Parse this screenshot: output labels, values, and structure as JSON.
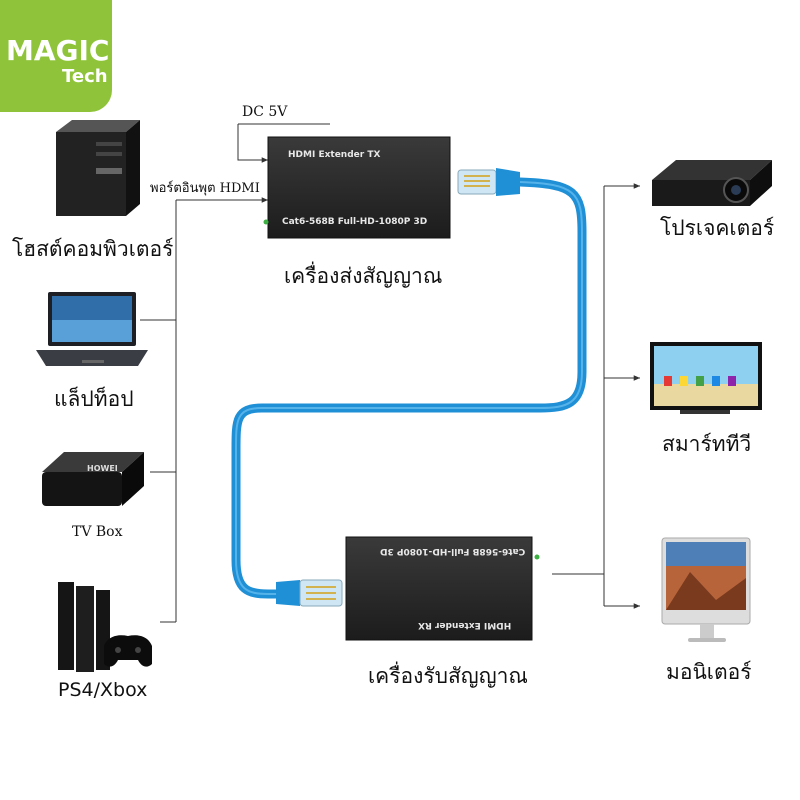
{
  "logo": {
    "line1": "MAGIC",
    "line2": "Tech"
  },
  "sources": [
    {
      "label": "โฮสต์คอมพิวเตอร์",
      "icon": "desktop-tower-icon"
    },
    {
      "label": "แล็ปท็อป",
      "icon": "laptop-icon"
    },
    {
      "label": "TV Box",
      "icon": "tv-box-icon",
      "brand": "HOWEI"
    },
    {
      "label": "PS4/Xbox",
      "icon": "game-console-icon"
    }
  ],
  "connections": {
    "dc_label": "DC 5V",
    "hdmi_input_label": "พอร์ตอินพุต HDMI"
  },
  "transmitter": {
    "title": "HDMI Extender  TX",
    "spec": "Cat6-568B Full-HD-1080P 3D",
    "caption": "เครื่องส่งสัญญาณ"
  },
  "receiver": {
    "title": "HDMI Extender  RX",
    "spec": "Cat6-568B Full-HD-1080P 3D",
    "caption": "เครื่องรับสัญญาณ"
  },
  "outputs": [
    {
      "label": "โปรเจคเตอร์",
      "icon": "projector-icon"
    },
    {
      "label": "สมาร์ททีวี",
      "icon": "smart-tv-icon"
    },
    {
      "label": "มอนิเตอร์",
      "icon": "monitor-icon"
    }
  ],
  "colors": {
    "brand": "#8fc43a",
    "cable": "#1f8fd6",
    "device_box": "#2a2a2a",
    "line": "#333333"
  }
}
